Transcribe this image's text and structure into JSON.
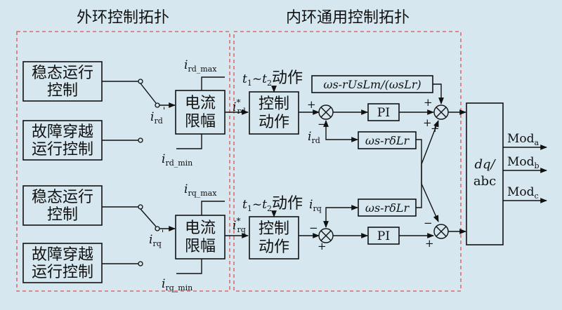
{
  "regions": {
    "outer_title": "外环控制拓扑",
    "inner_title": "内环通用控制拓扑"
  },
  "upper": {
    "steady_line1": "稳态运行",
    "steady_line2": "控制",
    "fault_line1": "故障穿越",
    "fault_line2": "运行控制",
    "switch_out_label": "i",
    "switch_out_sub": "rd",
    "switch_out_prime": "'",
    "limiter_line1": "电流",
    "limiter_line2": "限幅",
    "max_i": "i",
    "max_sub": "rd_max",
    "min_i": "i",
    "min_sub": "rd_min",
    "action_t1": "t",
    "action_t1_sub": "1",
    "action_tilde": "~",
    "action_t2": "t",
    "action_t2_sub": "2",
    "action_text": "动作",
    "ref_i": "i",
    "ref_star": "*",
    "ref_sub": "rd",
    "ctrl_line1": "控制",
    "ctrl_line2": "动作",
    "feedback_i": "i",
    "feedback_sub": "rd",
    "pi_label": "PI",
    "ff_formula": "ωs-rUsLm/(ωsLr)",
    "cross_formula": "ωs-rδLr",
    "sum_plus": "+",
    "sum_minus": "−",
    "mult_plus_a": "+",
    "mult_plus_b": "+",
    "mult_plus_c": "+"
  },
  "lower": {
    "steady_line1": "稳态运行",
    "steady_line2": "控制",
    "fault_line1": "故障穿越",
    "fault_line2": "运行控制",
    "switch_out_label": "i",
    "switch_out_sub": "rq",
    "switch_out_prime": "'",
    "limiter_line1": "电流",
    "limiter_line2": "限幅",
    "max_i": "i",
    "max_sub": "rq_max",
    "min_i": "i",
    "min_sub": "rq_min",
    "action_t1": "t",
    "action_t1_sub": "1",
    "action_tilde": "~",
    "action_t2": "t",
    "action_t2_sub": "2",
    "action_text": "动作",
    "ref_i": "i",
    "ref_star": "*",
    "ref_sub": "rq",
    "ctrl_line1": "控制",
    "ctrl_line2": "动作",
    "feedback_i": "i",
    "feedback_sub": "rq",
    "pi_label": "PI",
    "cross_formula": "ωs-rδLr",
    "sum_plus": "+",
    "sum_minus": "−",
    "mult_plus_a": "+",
    "mult_minus": "−"
  },
  "transform": {
    "line1": "dq/",
    "line2": "abc",
    "outputs": [
      {
        "base": "Mod",
        "sub": "a"
      },
      {
        "base": "Mod",
        "sub": "b"
      },
      {
        "base": "Mod",
        "sub": "c"
      }
    ]
  }
}
